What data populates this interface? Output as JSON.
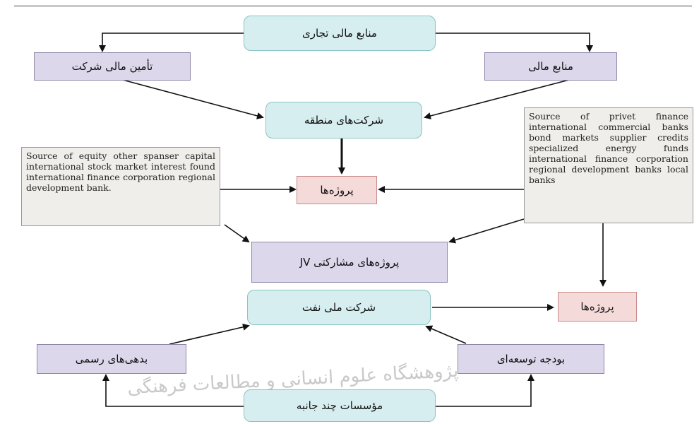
{
  "boxes": {
    "commercial_finance": "منابع مالی تجاری",
    "company_finance": "تأمین مالی شرکت",
    "financial_sources": "منابع مالی",
    "regional_companies": "شرکت‌های منطقه",
    "projects_center": "پروژه‌ها",
    "jv_projects": "پروژه‌های مشارکتی JV",
    "nioc": "شرکت ملی نفت",
    "projects_right": "پروژه‌ها",
    "formal_debts": "بدهی‌های رسمی",
    "dev_budget": "بودجه توسعه‌ای",
    "multilateral": "مؤسسات چند جانبه"
  },
  "notes": {
    "equity_sources": "Source of equity other spanser capital international stock market interest found international finance corporation regional development bank.",
    "private_finance": "Source of privet finance international commercial banks bond markets supplier credits specialized energy funds international finance corporation regional development banks local banks"
  },
  "watermark": "پژوهشگاه علوم انسانی و مطالعات فرهنگی",
  "colors": {
    "teal_fill": "#d6eef0",
    "lavender_fill": "#dcd7ea",
    "pink_fill": "#f5dada",
    "note_fill": "#efeeea"
  }
}
